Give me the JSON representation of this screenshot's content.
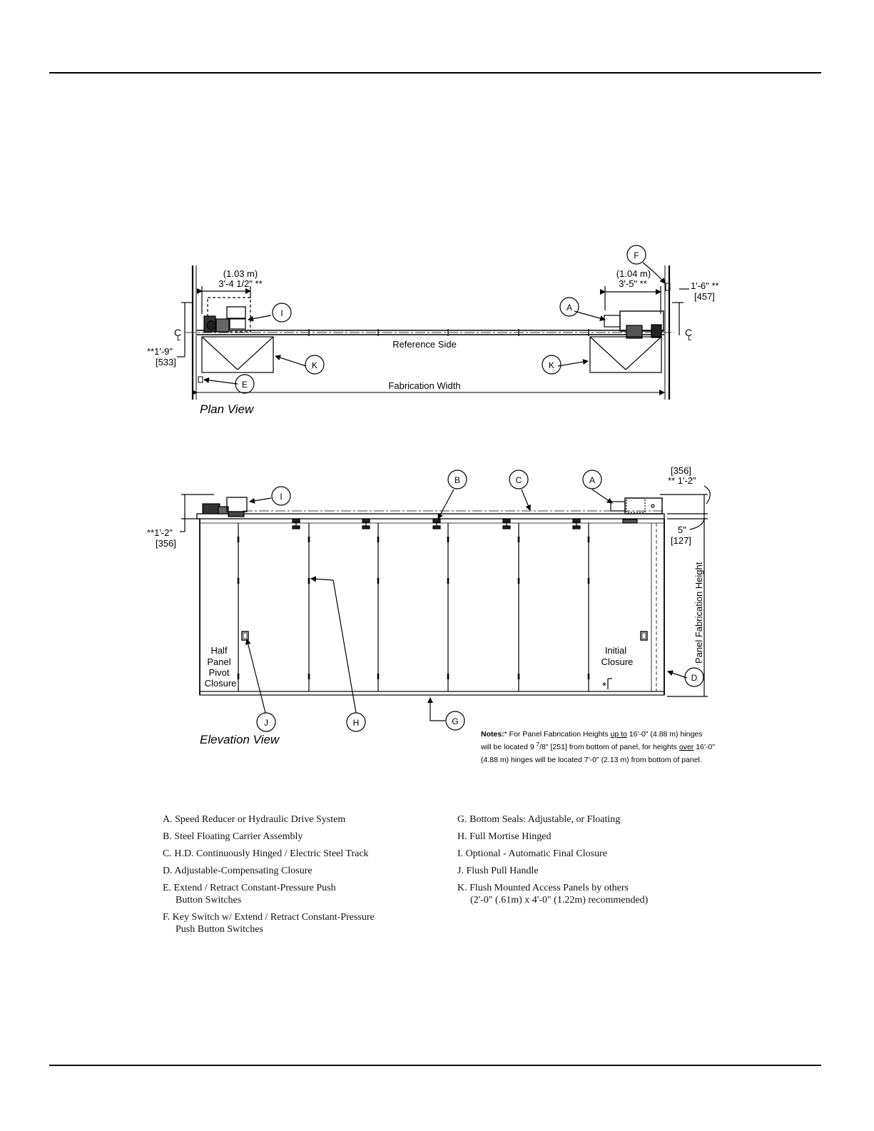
{
  "plan": {
    "title": "Plan View",
    "reference_side": "Reference Side",
    "fabrication_width": "Fabrication Width",
    "dim_left_metric": "(1.03 m)",
    "dim_left": "3'-4 1/2\" **",
    "dim_right_metric": "(1.04 m)",
    "dim_right": "3'-5\" **",
    "dim_edge": "1'-6\" **",
    "dim_edge_mm": "[457]",
    "dim_left_depth": "**1'-9\"",
    "dim_left_depth_mm": "[533]",
    "centerline": "C",
    "centerline_sub": "L"
  },
  "elevation": {
    "title": "Elevation View",
    "dim_top_mm": "[356]",
    "dim_top": "** 1'-2\"",
    "dim_left": "**1'-2\"",
    "dim_left_mm": "[356]",
    "dim_track": "5\"",
    "dim_track_mm": "[127]",
    "panel_height": "Panel Fabrication Height",
    "half_panel": [
      "Half",
      "Panel",
      "Pivot",
      "Closure"
    ],
    "initial_closure": [
      "Initial",
      "Closure"
    ],
    "hinge_mark": "*"
  },
  "callouts": [
    "A",
    "B",
    "C",
    "D",
    "E",
    "F",
    "G",
    "H",
    "I",
    "J",
    "K"
  ],
  "notes": {
    "label": "Notes:",
    "line1_a": "* For Panel Fabrication Heights ",
    "line1_u": "up to",
    "line1_b": " 16'-0\" (4.88 m) hinges",
    "line2_a": "will be located 9 ",
    "line2_sup": "7",
    "line2_frac": "/8\" [251] from bottom of panel, for heights ",
    "line2_u": "over",
    "line2_b": " 16'-0\"",
    "line3": "(4.88 m) hinges will be located 7'-0\" (2.13 m) from bottom of panel."
  },
  "legend": {
    "left": [
      {
        "text": "A. Speed Reducer or Hydraulic Drive System"
      },
      {
        "text": "B. Steel Floating Carrier Assembly"
      },
      {
        "text": "C. H.D. Continuously Hinged / Electric Steel Track"
      },
      {
        "text": "D. Adjustable-Compensating Closure"
      },
      {
        "text": "E. Extend / Retract Constant-Pressure Push",
        "cont": "Button Switches"
      },
      {
        "text": "F. Key Switch w/ Extend / Retract Constant-Pressure",
        "cont": "Push Button Switches"
      }
    ],
    "right": [
      {
        "text": "G. Bottom Seals: Adjustable, or Floating"
      },
      {
        "text": "H. Full Mortise Hinged"
      },
      {
        "text": "I. Optional - Automatic Final Closure"
      },
      {
        "text": "J. Flush Pull Handle"
      },
      {
        "text": "K. Flush Mounted Access Panels by others",
        "cont": "(2'-0\" (.61m) x 4'-0\" (1.22m) recommended)"
      }
    ]
  }
}
